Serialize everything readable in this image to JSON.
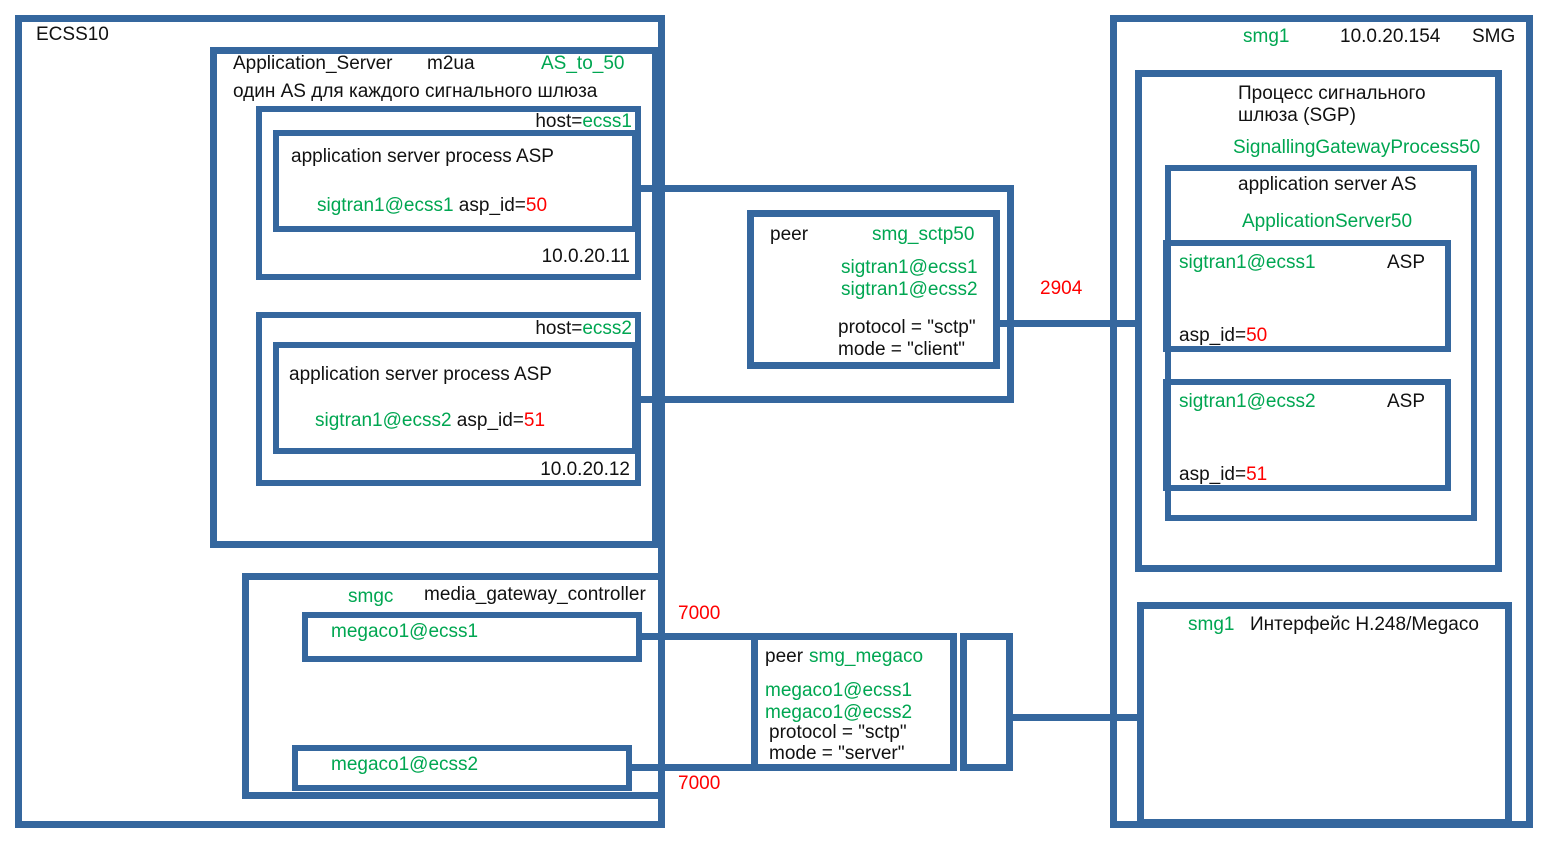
{
  "colors": {
    "border": "#35679E",
    "green": "#00A651",
    "red": "#FF0000",
    "text": "#111111"
  },
  "ecss10": {
    "label": "ECSS10",
    "application_server": {
      "title": "Application_Server",
      "protocol": "m2ua",
      "as_name": "AS_to_50",
      "subtitle": "один AS для каждого сигнального шлюза",
      "hosts": [
        {
          "host_prefix": "host=",
          "host_name": "ecss1",
          "ip": "10.0.20.11",
          "asp_title": "application server process ASP",
          "sigtran": "sigtran1@ecss1",
          "asp_id_prefix": " asp_id=",
          "asp_id": "50"
        },
        {
          "host_prefix": "host=",
          "host_name": "ecss2",
          "ip": "10.0.20.12",
          "asp_title": "application server process ASP",
          "sigtran": "sigtran1@ecss2",
          "asp_id_prefix": " asp_id=",
          "asp_id": "51"
        }
      ]
    },
    "smgc": {
      "name": "smgc",
      "title": "media_gateway_controller",
      "terminations": [
        "megaco1@ecss1",
        "megaco1@ecss2"
      ]
    }
  },
  "sctp_peer": {
    "label": "peer",
    "name": "smg_sctp50",
    "endpoints": [
      "sigtran1@ecss1",
      "sigtran1@ecss2"
    ],
    "protocol": "protocol = \"sctp\"",
    "mode": "mode = \"client\""
  },
  "megaco_peer": {
    "label": "peer",
    "name": "smg_megaco",
    "endpoints": [
      "megaco1@ecss1",
      "megaco1@ecss2"
    ],
    "protocol": "protocol = \"sctp\"",
    "mode": "mode = \"server\""
  },
  "links": {
    "m2ua_port": "2904",
    "megaco_port_top": "7000",
    "megaco_port_bottom": "7000"
  },
  "smg": {
    "name": "smg1",
    "ip": "10.0.20.154",
    "label": "SMG",
    "sgp": {
      "title_line1": "Процесс сигнального",
      "title_line2": "шлюза (SGP)",
      "name": "SignallingGatewayProcess50",
      "as": {
        "title": "application server AS",
        "name": "ApplicationServer50",
        "asps": [
          {
            "sigtran": "sigtran1@ecss1",
            "label": "ASP",
            "asp_id_prefix": "asp_id=",
            "asp_id": "50"
          },
          {
            "sigtran": "sigtran1@ecss2",
            "label": "ASP",
            "asp_id_prefix": "asp_id=",
            "asp_id": "51"
          }
        ]
      }
    },
    "megaco_interface": {
      "name": "smg1",
      "title": "Интерфейс H.248/Megaco"
    }
  }
}
